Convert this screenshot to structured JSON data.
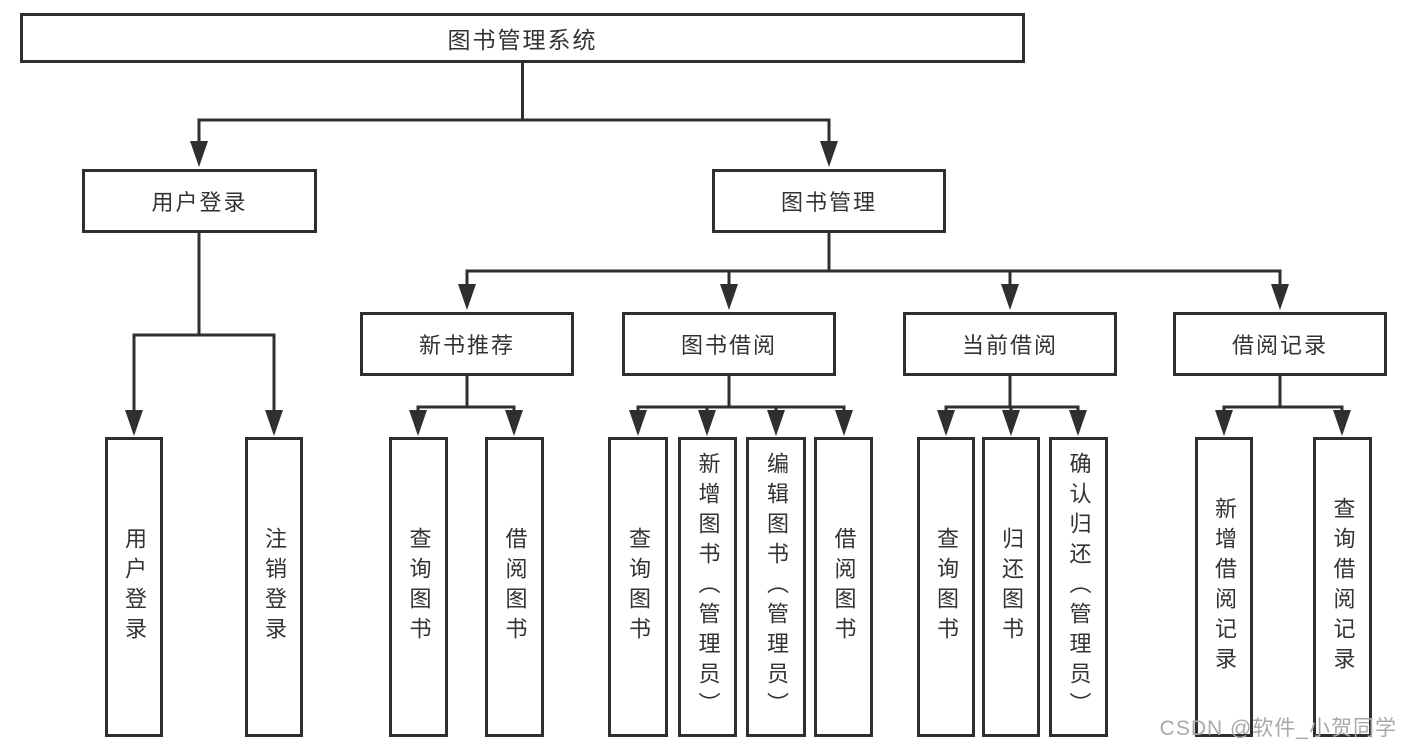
{
  "diagram": {
    "root": {
      "label": "图书管理系统"
    },
    "branches": [
      {
        "label": "用户登录",
        "leaves": [
          "用户登录",
          "注销登录"
        ]
      },
      {
        "label": "图书管理",
        "groups": [
          {
            "label": "新书推荐",
            "leaves": [
              "查询图书",
              "借阅图书"
            ]
          },
          {
            "label": "图书借阅",
            "leaves": [
              "查询图书",
              "新增图书（管理员）",
              "编辑图书（管理员）",
              "借阅图书"
            ]
          },
          {
            "label": "当前借阅",
            "leaves": [
              "查询图书",
              "归还图书",
              "确认归还（管理员）"
            ]
          },
          {
            "label": "借阅记录",
            "leaves": [
              "新增借阅记录",
              "查询借阅记录"
            ]
          }
        ]
      }
    ]
  },
  "watermark": "CSDN @软件_小贺同学",
  "colors": {
    "line": "#2f2f2f",
    "border": "#2e2e2e",
    "text": "#333333",
    "watermark": "#a9a9a9",
    "background": "#ffffff"
  }
}
